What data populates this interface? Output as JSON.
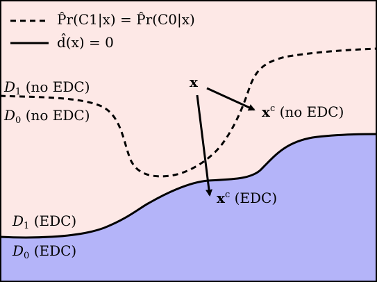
{
  "colors": {
    "region_d1": "#fde8e6",
    "region_d0": "#b4b4f9",
    "lines": "#000000",
    "border": "#000000"
  },
  "legend": {
    "dashed_entry": "P̂r(C1|x) = P̂r(C0|x)",
    "solid_entry": "d̂(x) = 0"
  },
  "region_labels": {
    "d1_no_edc_sub": "1",
    "d1_no_edc_text": "(no EDC)",
    "d0_no_edc_sub": "0",
    "d0_no_edc_text": "(no EDC)",
    "d1_edc_sub": "1",
    "d1_edc_text": "(EDC)",
    "d0_edc_sub": "0",
    "d0_edc_text": "(EDC)"
  },
  "points": {
    "x_label": "x",
    "xc_sup": "c",
    "xc_no_edc_text": "(no EDC)",
    "xc_edc_text": "(EDC)"
  }
}
